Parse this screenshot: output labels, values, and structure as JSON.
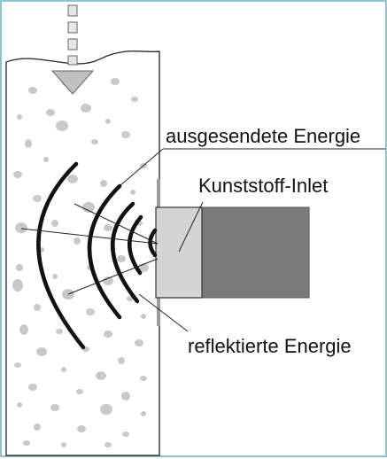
{
  "labels": {
    "emitted_energy": "ausgesendete Energie",
    "plastic_inlet": "Kunststoff-Inlet",
    "reflected_energy": "reflektierte Energie"
  },
  "colors": {
    "frame_border": "#8fc4cc",
    "concrete_aggregate": "#c8c8c8",
    "wave_arcs": "#111111",
    "inlet_fill": "#d4d4d4",
    "sensor_body": "#7a7a7a",
    "arrow": "#c0c0c0"
  },
  "icons": [
    "dashed-down-arrow-icon"
  ]
}
